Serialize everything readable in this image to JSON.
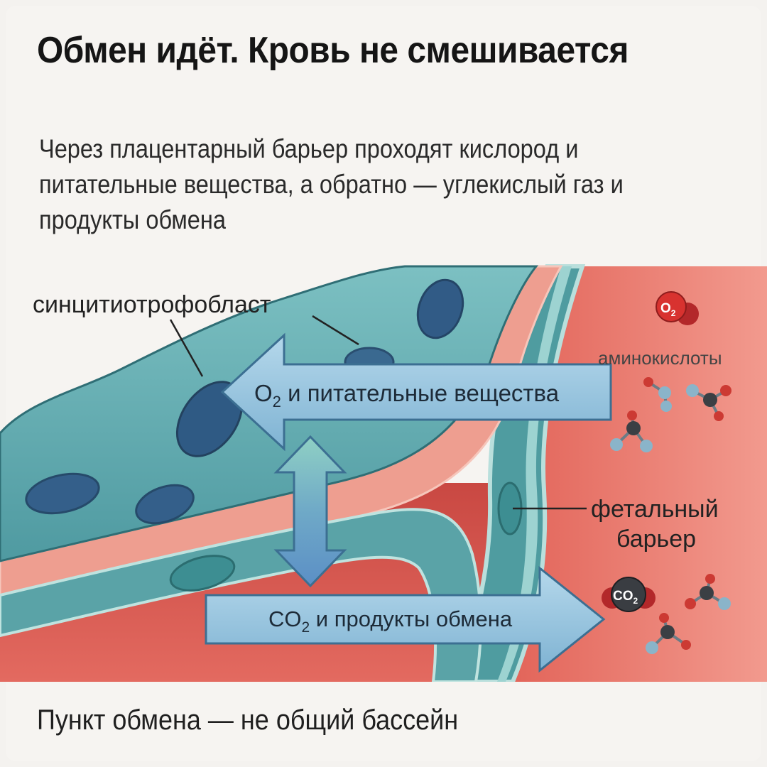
{
  "title": "Обмен идёт. Кровь не смешивается",
  "subtitle": "Через плацентарный барьер проходят кислород и питательные вещества, а обратно — углекислый газ и продукты обмена",
  "labels": {
    "syncytio": "синцитиотрофобласт",
    "amino": "аминокислоты",
    "fetal_line1": "фетальный",
    "fetal_line2": "барьер"
  },
  "arrows": {
    "top_prefix": "O",
    "top_sub": "2",
    "top_text": " и питательные вещества",
    "bottom_prefix": "CO",
    "bottom_sub": "2",
    "bottom_text": " и продукты обмена"
  },
  "molecules": {
    "o2_label": "O",
    "o2_sub": "2",
    "co2_label": "CO",
    "co2_sub": "2"
  },
  "footer": "Пункт обмена — не общий бассейн",
  "colors": {
    "maternal_blood": "#e2625a",
    "syncytium": "#5fa6ab",
    "nucleus": "#2f5a82",
    "stroma": "#ec9a8c",
    "fetal_blood": "#f08377",
    "arrow": "#9cc7df",
    "double_arrow": "#75b8ad"
  }
}
